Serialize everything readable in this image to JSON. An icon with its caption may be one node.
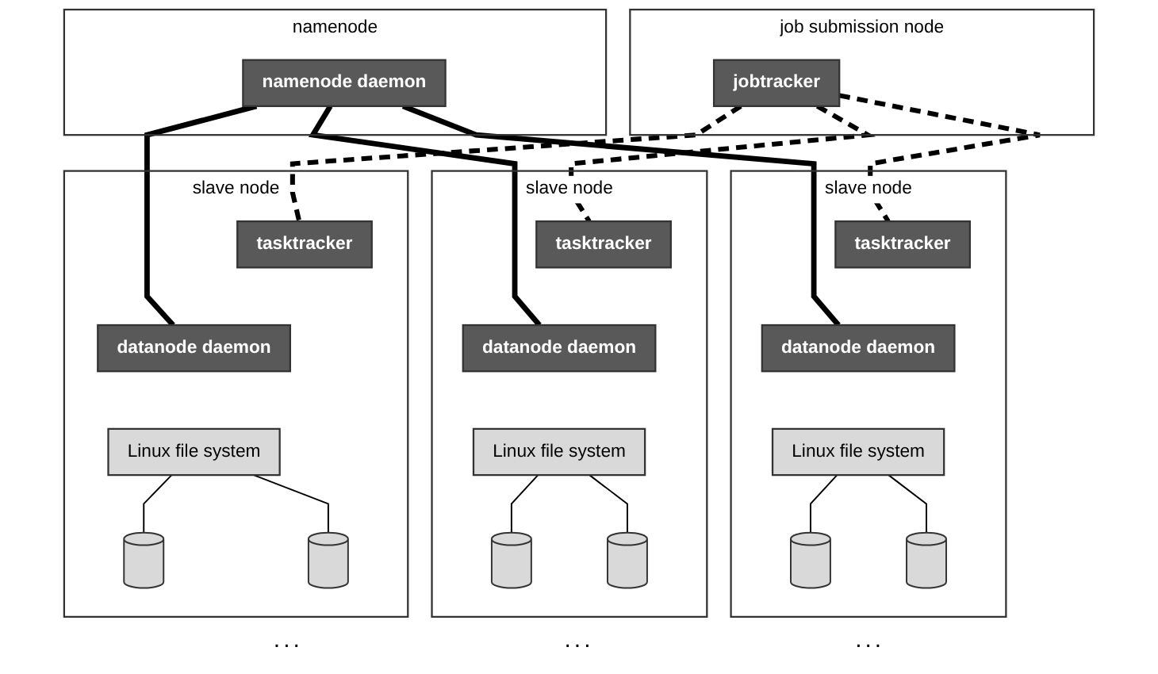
{
  "diagram": {
    "nodes": [
      {
        "text": [
          "namenode"
        ]
      },
      {
        "text": [
          "namenode daemon"
        ],
        "in": 0
      },
      {
        "text": [
          "job submission node"
        ]
      },
      {
        "text": [
          "jobtracker"
        ],
        "in": 2
      },
      {
        "text": [
          "slave node"
        ]
      },
      {
        "text": [
          "tasktracker"
        ],
        "in": 4
      },
      {
        "text": [
          "datanode daemon"
        ],
        "in": 4
      },
      {
        "text": [
          "Linux file system"
        ],
        "in": 4
      },
      {
        "text": [],
        "shape": "cylinder",
        "in": 4
      },
      {
        "text": [],
        "shape": "cylinder",
        "in": 4
      },
      {
        "text": [
          "slave node"
        ]
      },
      {
        "text": [
          "tasktracker"
        ],
        "in": 10
      },
      {
        "text": [
          "datanode daemon"
        ],
        "in": 10
      },
      {
        "text": [
          "Linux file system"
        ],
        "in": 10
      },
      {
        "text": [],
        "shape": "cylinder",
        "in": 10
      },
      {
        "text": [],
        "shape": "cylinder",
        "in": 10
      },
      {
        "text": [
          "slave node"
        ]
      },
      {
        "text": [
          "tasktracker"
        ],
        "in": 16
      },
      {
        "text": [
          "datanode daemon"
        ],
        "in": 16
      },
      {
        "text": [
          "Linux file system"
        ],
        "in": 16
      },
      {
        "text": [],
        "shape": "cylinder",
        "in": 16
      },
      {
        "text": [],
        "shape": "cylinder",
        "in": 16
      }
    ],
    "edges": [
      {
        "from": 1,
        "to": 6,
        "arrow": "none",
        "style": "thick"
      },
      {
        "from": 1,
        "to": 12,
        "arrow": "none",
        "style": "thick"
      },
      {
        "from": 1,
        "to": 18,
        "arrow": "none",
        "style": "thick"
      },
      {
        "from": 3,
        "to": 5,
        "arrow": "none",
        "style": "dashed"
      },
      {
        "from": 3,
        "to": 11,
        "arrow": "none",
        "style": "dashed"
      },
      {
        "from": 3,
        "to": 17,
        "arrow": "none",
        "style": "dashed"
      },
      {
        "from": 7,
        "to": 8,
        "arrow": "none"
      },
      {
        "from": 7,
        "to": 9,
        "arrow": "none"
      },
      {
        "from": 13,
        "to": 14,
        "arrow": "none"
      },
      {
        "from": 13,
        "to": 15,
        "arrow": "none"
      },
      {
        "from": 19,
        "to": 20,
        "arrow": "none"
      },
      {
        "from": 19,
        "to": 21,
        "arrow": "none"
      }
    ],
    "labels": [
      "...",
      "...",
      "..."
    ]
  }
}
